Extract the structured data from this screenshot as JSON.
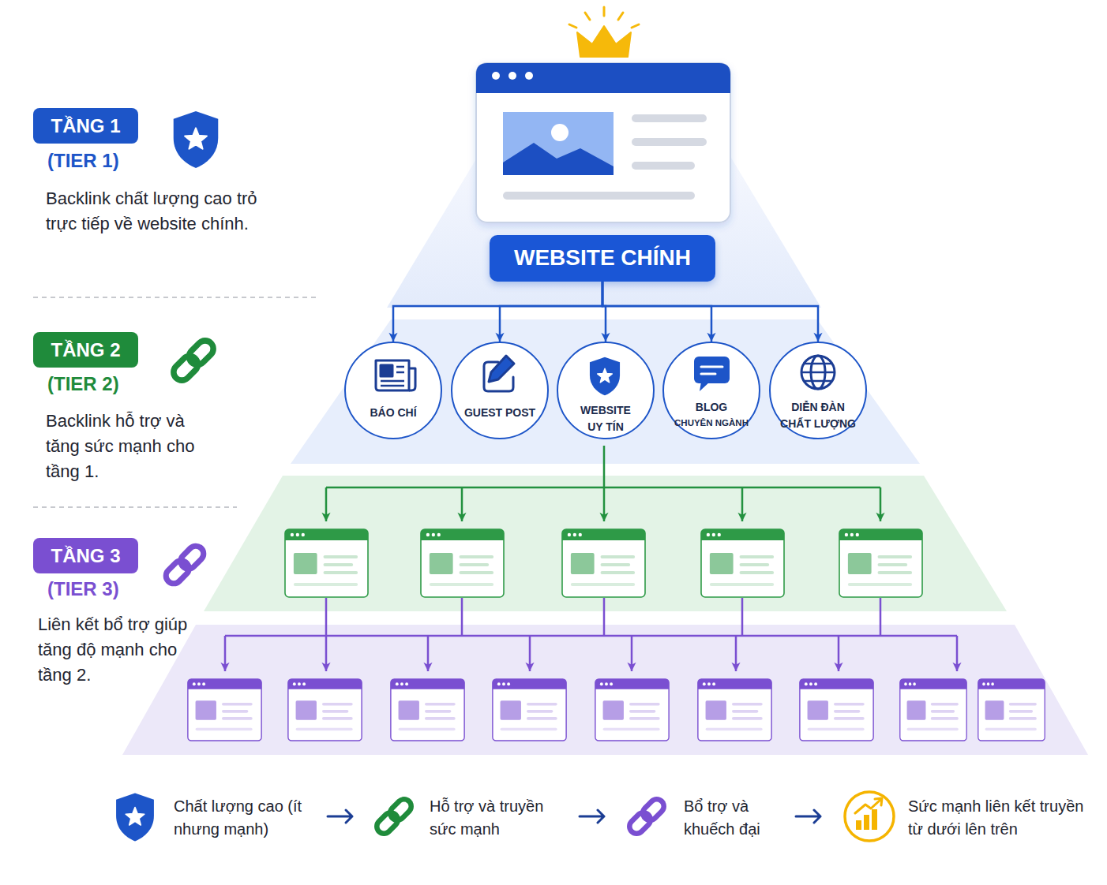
{
  "diagram": {
    "nodes": [
      {
        "text": [
          "TẦNG 1"
        ]
      },
      {
        "text": [
          "TẦNG 2"
        ]
      },
      {
        "text": [
          "TẦNG 3"
        ]
      },
      {
        "text": [
          "WEBSITE CHÍNH"
        ]
      },
      {
        "text": [
          "BÁO CHÍ"
        ]
      },
      {
        "text": [
          "GUEST POST"
        ]
      },
      {
        "text": [
          "WEBSITE UY TÍN"
        ]
      },
      {
        "text": [
          "BLOG",
          "CHUYÊN NGÀNH"
        ]
      },
      {
        "text": [
          "DIỄN ĐÀN CHẤT LƯỢNG"
        ]
      }
    ],
    "edges": [
      {
        "from": 3,
        "to": 4,
        "arrow": "to"
      },
      {
        "from": 3,
        "to": 5,
        "arrow": "to"
      },
      {
        "from": 3,
        "to": 6,
        "arrow": "to"
      },
      {
        "from": 3,
        "to": 7,
        "arrow": "to"
      },
      {
        "from": 3,
        "to": 8,
        "arrow": "to"
      }
    ],
    "labels": [
      "(TIER 1)",
      "Backlink chất lượng cao trỏ trực tiếp về website chính.",
      "(TIER 2)",
      "Backlink hỗ trợ và tăng sức mạnh cho tầng 1.",
      "(TIER 3)",
      "Liên kết bổ trợ giúp tăng độ mạnh cho tầng 2."
    ],
    "legend": [
      {
        "text": "Chất lượng cao (ít nhưng mạnh)"
      },
      {
        "text": "Hỗ trợ và truyền sức mạnh"
      },
      {
        "text": "Bổ trợ và khuếch đại"
      },
      {
        "text": "Sức mạnh liên kết truyền từ dưới lên trên"
      }
    ]
  }
}
